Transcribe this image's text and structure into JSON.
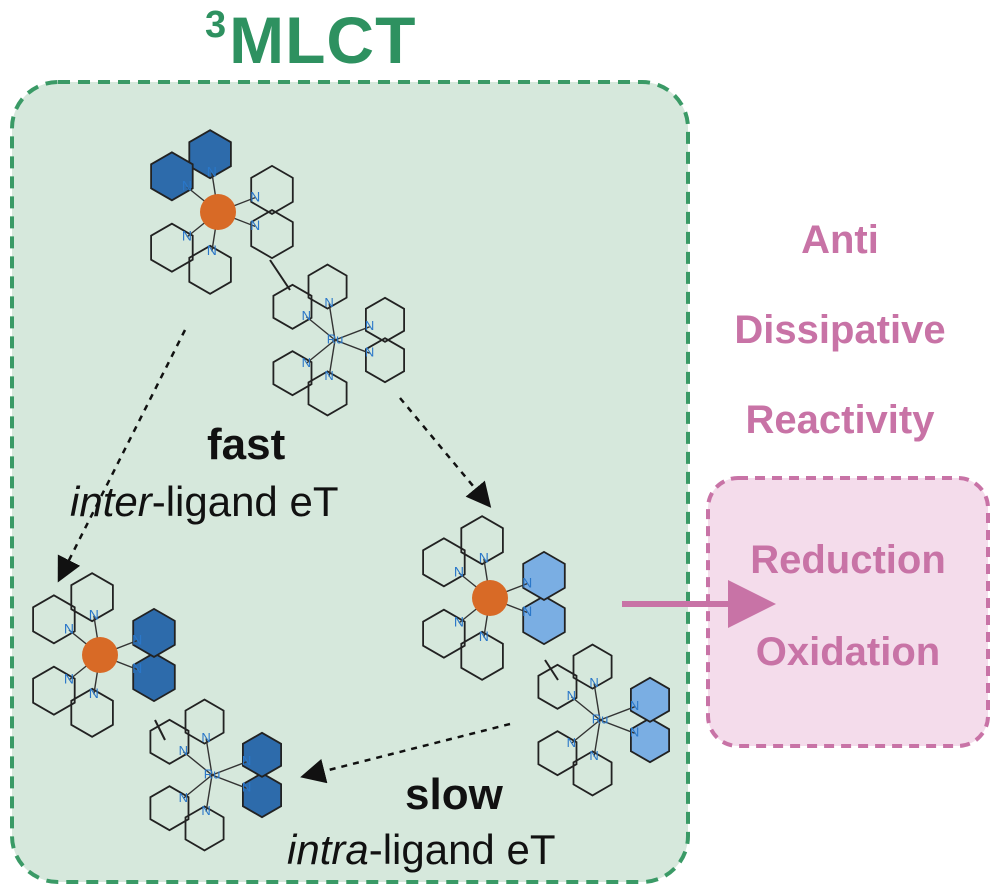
{
  "title": {
    "superscript": "3",
    "text": "MLCT"
  },
  "labels": {
    "fast": "fast",
    "inter_prefix": "inter",
    "inter_suffix": "-ligand eT",
    "slow": "slow",
    "intra_prefix": "intra",
    "intra_suffix": "-ligand eT"
  },
  "side_text": [
    "Anti",
    "Dissipative",
    "Reactivity"
  ],
  "outcome_box": [
    "Reduction",
    "Oxidation"
  ],
  "atoms": {
    "nitrogen": "N",
    "metal": "Ru"
  },
  "colors": {
    "state_box_fill": "#d6e8dc",
    "state_box_border": "#3a9a66",
    "title": "#2e9160",
    "pink_text": "#c873a6",
    "outcome_fill": "#f4dceb",
    "outcome_border": "#c873a6",
    "excited_ring_dark": "#2d6bab",
    "excited_ring_light": "#7aaee3",
    "metal_excited": "#d86a26",
    "nitrogen": "#2a77c9"
  }
}
